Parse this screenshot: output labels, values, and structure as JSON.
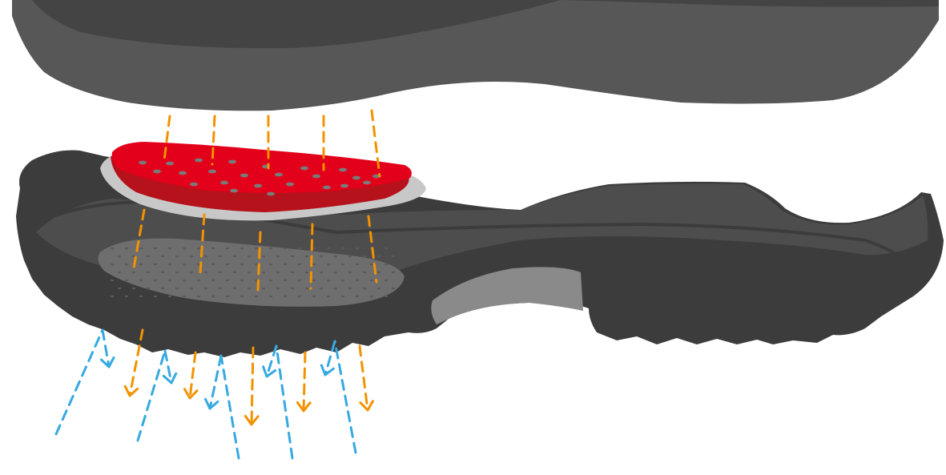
{
  "diagram": {
    "colors": {
      "background": "#ffffff",
      "upper_sole_dark": "#444444",
      "upper_sole": "#575757",
      "midsole_outline": "#3c3c3c",
      "midsole_top": "#4d4d4d",
      "tread_cavity": "#6e6e6e",
      "heel_cavity": "#8a8a8a",
      "membrane_red": "#e2001a",
      "membrane_red_dark": "#b5121b",
      "membrane_gray": "#c8c8c8",
      "perforation": "#7a7a7a",
      "vapor_arrow_orange": "#f39200",
      "air_arrow_blue": "#36a9e1"
    },
    "components": [
      {
        "id": "upper-shoe-sole",
        "icon": "shoe-upper-sole"
      },
      {
        "id": "perforated-membrane",
        "icon": "red-perforated-membrane"
      },
      {
        "id": "outsole-with-tread",
        "icon": "outsole-tread"
      }
    ],
    "flows": [
      {
        "id": "vapor-out",
        "direction": "downward",
        "icon": "orange-dashed-arrow"
      },
      {
        "id": "air-in",
        "direction": "upward",
        "icon": "blue-dashed-arrow"
      }
    ]
  }
}
